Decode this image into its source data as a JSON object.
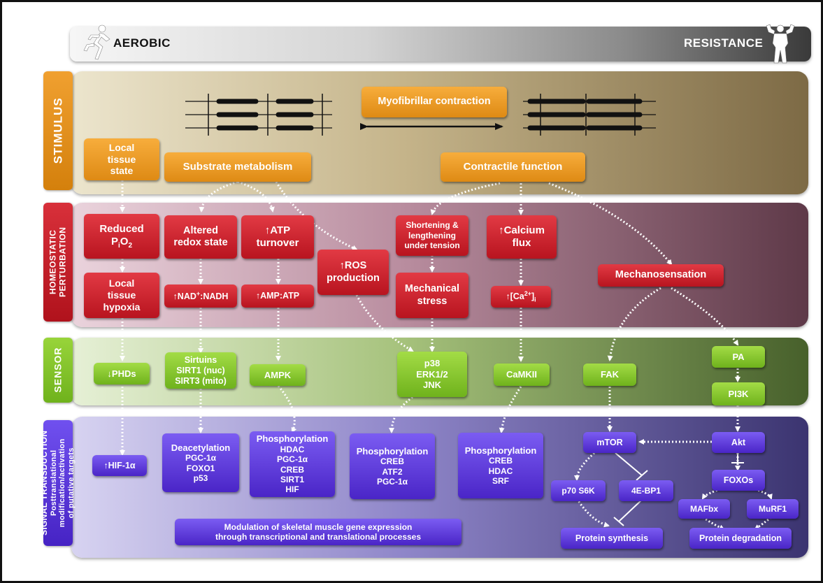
{
  "header": {
    "left_label": "AEROBIC",
    "right_label": "RESISTANCE"
  },
  "rows": {
    "stimulus": "STIMULUS",
    "homeostatic": [
      "HOMEOSTATIC",
      "PERTURBATION"
    ],
    "sensor": "SENSOR",
    "signal": [
      "SIGNAL TRANSDUCTION",
      "Posttranslational",
      "modification/activation",
      "of putative targets"
    ]
  },
  "stimulus": {
    "myofibrillar": "Myofibrillar contraction",
    "local_tissue_state": [
      "Local",
      "tissue",
      "state"
    ],
    "substrate_metabolism": "Substrate metabolism",
    "contractile_function": "Contractile function"
  },
  "homeostatic": {
    "reduced_pio2": {
      "line1": "Reduced",
      "p": "P",
      "sub": "i",
      "o": "O",
      "sub2": "2"
    },
    "altered_redox": [
      "Altered",
      "redox state"
    ],
    "atp_turnover": [
      "ATP",
      "turnover"
    ],
    "ros_production": [
      "ROS",
      "production"
    ],
    "shortening": [
      "Shortening &",
      "lengthening",
      "under tension"
    ],
    "calcium_flux": [
      "Calcium",
      "flux"
    ],
    "local_tissue_hypoxia": [
      "Local",
      "tissue",
      "hypoxia"
    ],
    "nad_ratio": {
      "a": "NAD",
      "sup": "+",
      "b": ":NADH"
    },
    "amp_atp": "AMP:ATP",
    "mechanical_stress": [
      "Mechanical",
      "stress"
    ],
    "ca_conc": {
      "a": "[Ca",
      "sup": "2+",
      "b": "]",
      "sub": "i"
    },
    "mechanosensation": "Mechanosensation"
  },
  "sensor": {
    "phds": "PHDs",
    "sirtuins": [
      "Sirtuins",
      "SIRT1 (nuc)",
      "SIRT3 (mito)"
    ],
    "ampk": "AMPK",
    "p38": [
      "p38",
      "ERK1/2",
      "JNK"
    ],
    "camkii": "CaMKII",
    "fak": "FAK",
    "pa": "PA",
    "pi3k": "PI3K"
  },
  "signal": {
    "hif": "HIF-1α",
    "deacetylation": {
      "title": "Deacetylation",
      "items": [
        "PGC-1α",
        "FOXO1",
        "p53"
      ]
    },
    "phos1": {
      "title": "Phosphorylation",
      "items": [
        "HDAC",
        "PGC-1α",
        "CREB",
        "SIRT1",
        "HIF"
      ]
    },
    "phos2": {
      "title": "Phosphorylation",
      "items": [
        "CREB",
        "ATF2",
        "PGC-1α"
      ]
    },
    "phos3": {
      "title": "Phosphorylation",
      "items": [
        "CREB",
        "HDAC",
        "SRF"
      ]
    },
    "mtor": "mTOR",
    "akt": "Akt",
    "foxos": "FOXOs",
    "p70s6k": "p70 S6K",
    "fourebp1": "4E-BP1",
    "mafbx": "MAFbx",
    "murf1": "MuRF1",
    "protein_synthesis": "Protein synthesis",
    "protein_degradation": "Protein degradation",
    "modulation": [
      "Modulation of skeletal muscle gene expression",
      "through transcriptional and translational processes"
    ]
  },
  "colors": {
    "orange": "#e8961f",
    "red": "#c81d28",
    "green": "#86c52a",
    "blue": "#5a36dc"
  },
  "icons": {
    "left": "runner-icon",
    "right": "bodybuilder-icon"
  }
}
